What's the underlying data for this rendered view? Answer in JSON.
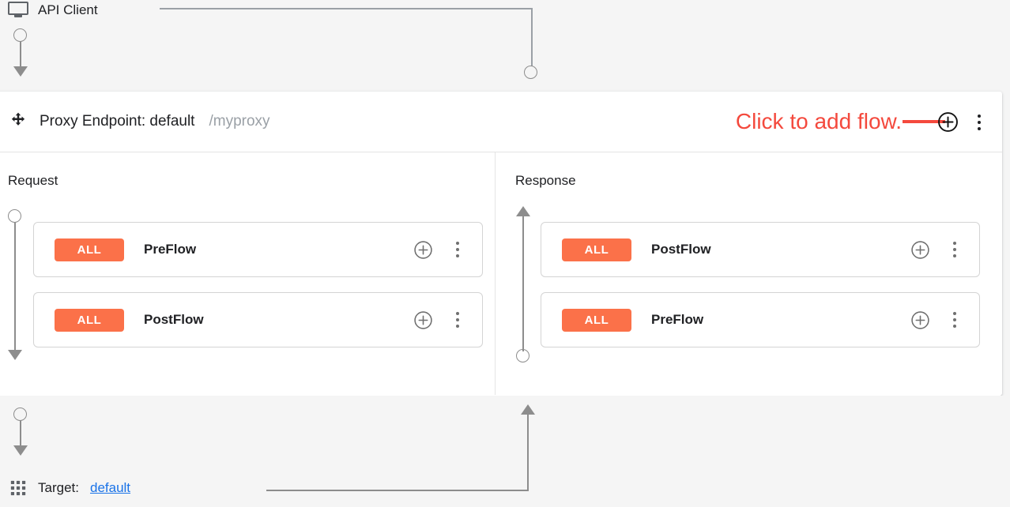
{
  "client": {
    "label": "API Client",
    "icon": "monitor-icon"
  },
  "panel": {
    "move_icon": "move-icon",
    "title": "Proxy Endpoint: default",
    "path": "/myproxy",
    "annotation": {
      "text": "Click to add flow.",
      "color": "#f4493d"
    },
    "add_flow_icon": "plus-circle-icon",
    "more_icon": "more-vertical-icon"
  },
  "columns": [
    {
      "title": "Request",
      "direction": "down",
      "flows": [
        {
          "badge": "ALL",
          "name": "PreFlow",
          "add_icon": "plus-circle-icon",
          "more_icon": "more-vertical-icon"
        },
        {
          "badge": "ALL",
          "name": "PostFlow",
          "add_icon": "plus-circle-icon",
          "more_icon": "more-vertical-icon"
        }
      ]
    },
    {
      "title": "Response",
      "direction": "up",
      "flows": [
        {
          "badge": "ALL",
          "name": "PostFlow",
          "add_icon": "plus-circle-icon",
          "more_icon": "more-vertical-icon"
        },
        {
          "badge": "ALL",
          "name": "PreFlow",
          "add_icon": "plus-circle-icon",
          "more_icon": "more-vertical-icon"
        }
      ]
    }
  ],
  "target": {
    "icon": "apps-grid-icon",
    "label": "Target:",
    "link": "default"
  },
  "colors": {
    "badge_orange": "#fb7149",
    "annotation_red": "#f4493d",
    "link_blue": "#1a73e8",
    "connector_gray": "#8d8d8d",
    "panel_background": "#ffffff",
    "canvas_background": "#f5f5f5"
  }
}
